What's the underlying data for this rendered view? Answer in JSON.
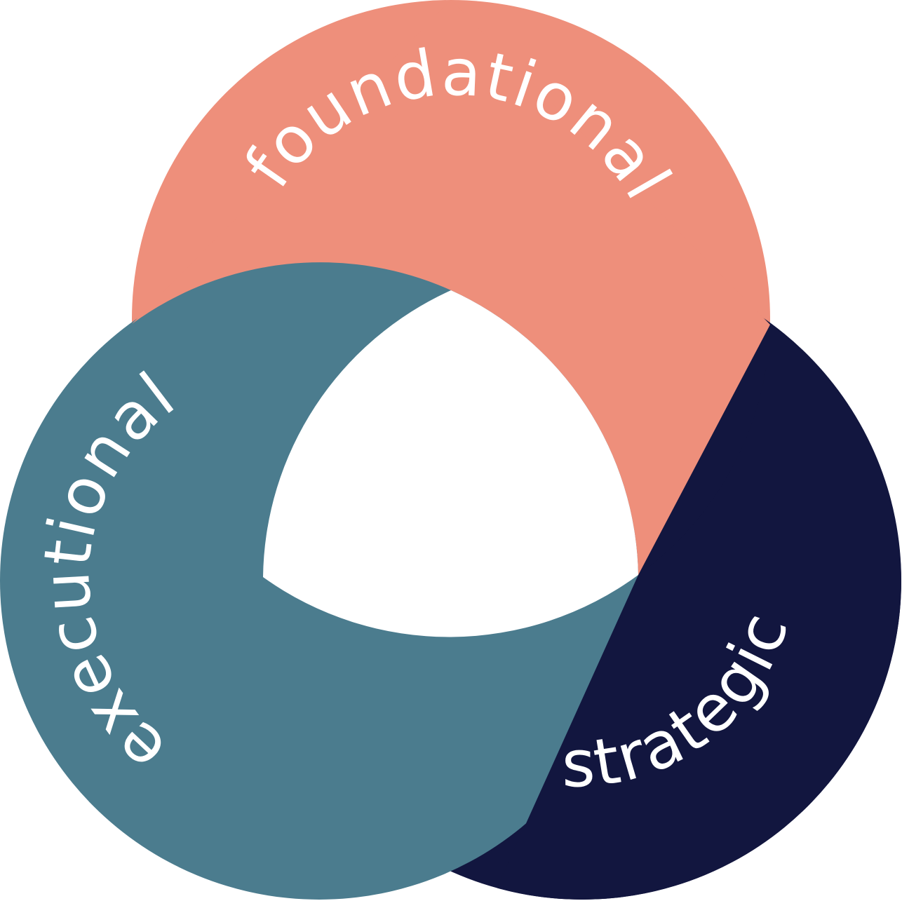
{
  "diagram": {
    "rings": [
      {
        "id": "foundational",
        "label": "foundational",
        "color": "#EE8F7B"
      },
      {
        "id": "executional",
        "label": "executional",
        "color": "#4B7C8E"
      },
      {
        "id": "strategic",
        "label": "strategic",
        "color": "#12163F"
      }
    ],
    "center_color": "#FFFFFF",
    "label_color": "#FFFFFF"
  }
}
